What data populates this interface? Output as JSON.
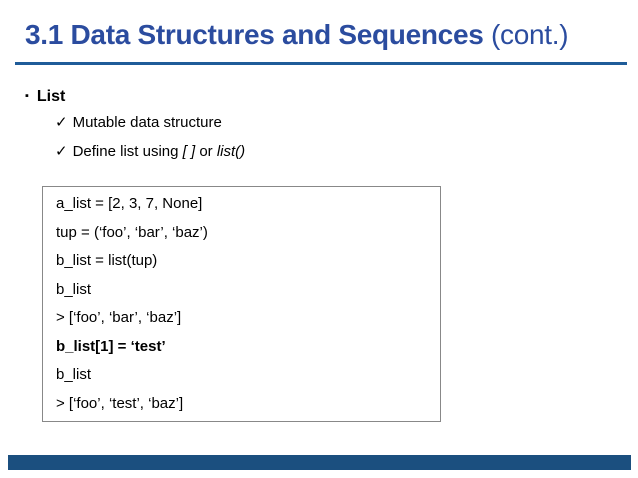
{
  "slide": {
    "title": {
      "main": "3.1 Data Structures and Sequences",
      "suffix": " (cont.)"
    },
    "colors": {
      "title_blue": "#2b4c9f",
      "underline_blue": "#1f5c99",
      "footer_blue": "#1b4f7f",
      "box_border_gray": "#888888",
      "text_black": "#000000"
    },
    "list_section": {
      "bullet_icon": "▪",
      "heading": "List",
      "check_icon": "✓",
      "items": [
        {
          "parts": [
            {
              "text": "Mutable data structure",
              "italic": false
            }
          ]
        },
        {
          "parts": [
            {
              "text": "Define list using ",
              "italic": false
            },
            {
              "text": "[ ]",
              "italic": true
            },
            {
              "text": " or ",
              "italic": false
            },
            {
              "text": "list()",
              "italic": true
            }
          ]
        }
      ]
    },
    "code_box": {
      "lines": [
        {
          "text": "a_list = [2, 3, 7, None]",
          "bold": false
        },
        {
          "text": "tup = (‘foo’, ‘bar’, ‘baz’)",
          "bold": false
        },
        {
          "text": "b_list = list(tup)",
          "bold": false
        },
        {
          "text": "b_list",
          "bold": false
        },
        {
          "text": "> [‘foo’, ‘bar’, ‘baz’]",
          "bold": false
        },
        {
          "text": "b_list[1] = ‘test’",
          "bold": true
        },
        {
          "text": "b_list",
          "bold": false
        },
        {
          "text": "> [‘foo’, ‘test’, ‘baz’]",
          "bold": false
        }
      ]
    }
  }
}
